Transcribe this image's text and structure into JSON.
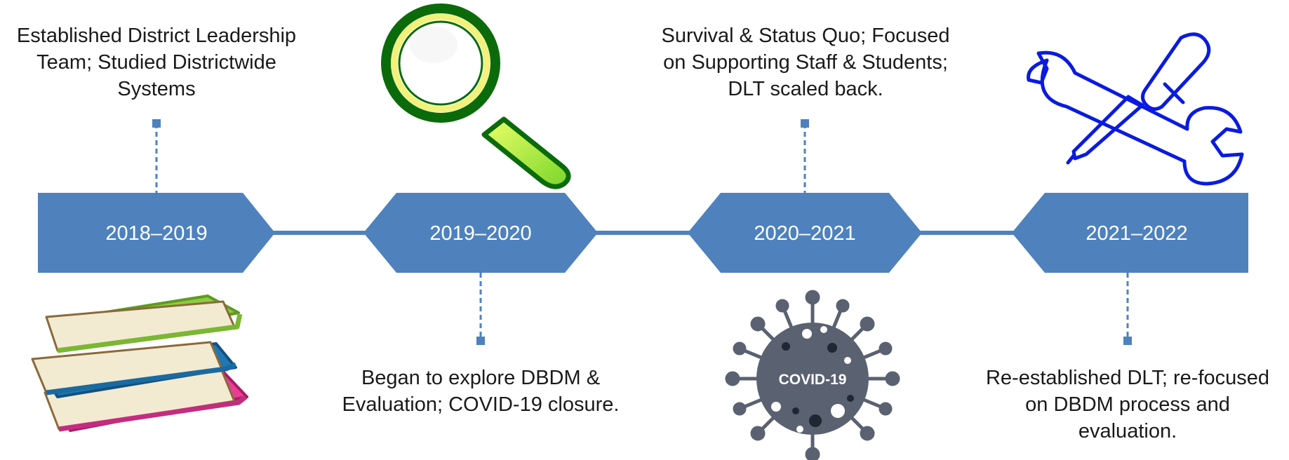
{
  "timeline": {
    "accent_color": "#4f81bd",
    "milestones": [
      {
        "year": "2018–2019",
        "caption_position": "above",
        "caption_lines": [
          "Established District Leadership",
          "Team; Studied Districtwide",
          "Systems"
        ],
        "illustration": "book-stack-icon"
      },
      {
        "year": "2019–2020",
        "caption_position": "below",
        "caption_lines": [
          "Began to explore DBDM &",
          "Evaluation; COVID-19 closure."
        ],
        "illustration": "magnifying-glass-icon"
      },
      {
        "year": "2020–2021",
        "caption_position": "above",
        "caption_lines": [
          "Survival & Status Quo; Focused",
          "on Supporting Staff & Students;",
          "DLT scaled back."
        ],
        "illustration": "covid-virus-icon",
        "illustration_text": "COVID-19"
      },
      {
        "year": "2021–2022",
        "caption_position": "below",
        "caption_lines": [
          "Re-established DLT; re-focused",
          "on DBDM process and",
          "evaluation."
        ],
        "illustration": "wrench-screwdriver-icon"
      }
    ]
  }
}
